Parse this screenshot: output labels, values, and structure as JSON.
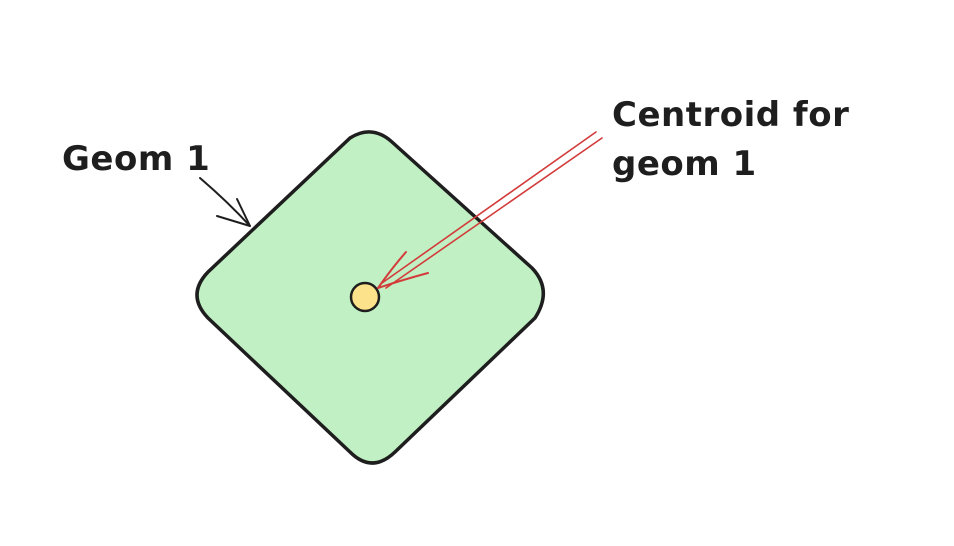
{
  "labels": {
    "geom": "Geom 1",
    "centroid_line1": "Centroid for",
    "centroid_line2": "geom 1"
  },
  "colors": {
    "shape_fill": "#c0f0c3",
    "shape_stroke": "#1e1e1e",
    "centroid_fill": "#fce28a",
    "centroid_stroke": "#1e1e1e",
    "arrow_red": "#d33b3b",
    "arrow_dark": "#1e1e1e",
    "text": "#1e1e1e"
  }
}
